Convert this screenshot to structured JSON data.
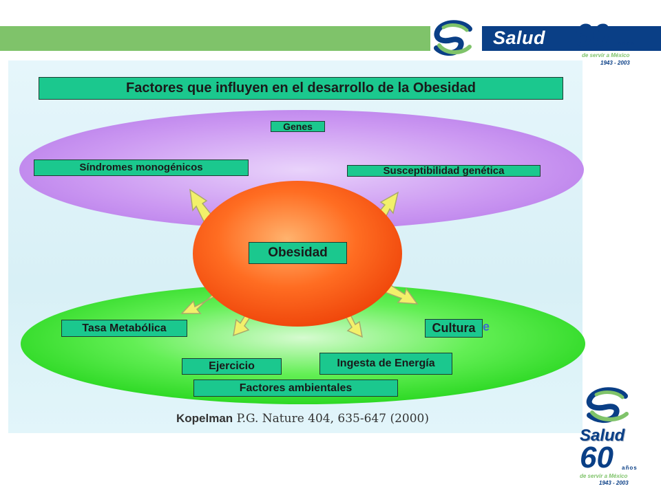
{
  "header": {
    "brand": "Salud",
    "sixty": "60",
    "anos": "años",
    "servir": "de servir a México",
    "years": "1943 - 2003"
  },
  "diagram": {
    "title": "Factores que influyen en el desarrollo de la Obesidad",
    "genes": "Genes",
    "sindromes": "Síndromes monogénicos",
    "susceptibilidad": "Susceptibilidad genética",
    "center": "Obesidad",
    "tasa": "Tasa Metabólica",
    "cultura": "Cultura",
    "cultura_tail": "e",
    "ejercicio": "Ejercicio",
    "ingesta": "Ingesta de Energía",
    "factores": "Factores ambientales"
  },
  "citation": {
    "author": "Kopelman",
    "rest": "P.G. Nature 404, 635-647 (2000)"
  },
  "colors": {
    "green_band": "#7fc36a",
    "navy": "#0a3f86",
    "box_green": "#1bc88e",
    "purple_ellipse": "#c993f0",
    "green_ellipse": "#3fe83a",
    "orange_center": "#ff6a1c",
    "arrow_yellow": "#f2f06a"
  }
}
